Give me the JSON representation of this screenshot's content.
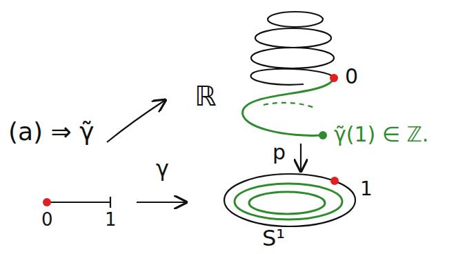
{
  "diagram": {
    "labels": [
      "(a) ⇒ γ̃",
      "ℝ",
      "0",
      "γ̃(1) ∈ ℤ.",
      "p",
      "γ",
      "0",
      "1",
      "1",
      "S¹"
    ]
  }
}
